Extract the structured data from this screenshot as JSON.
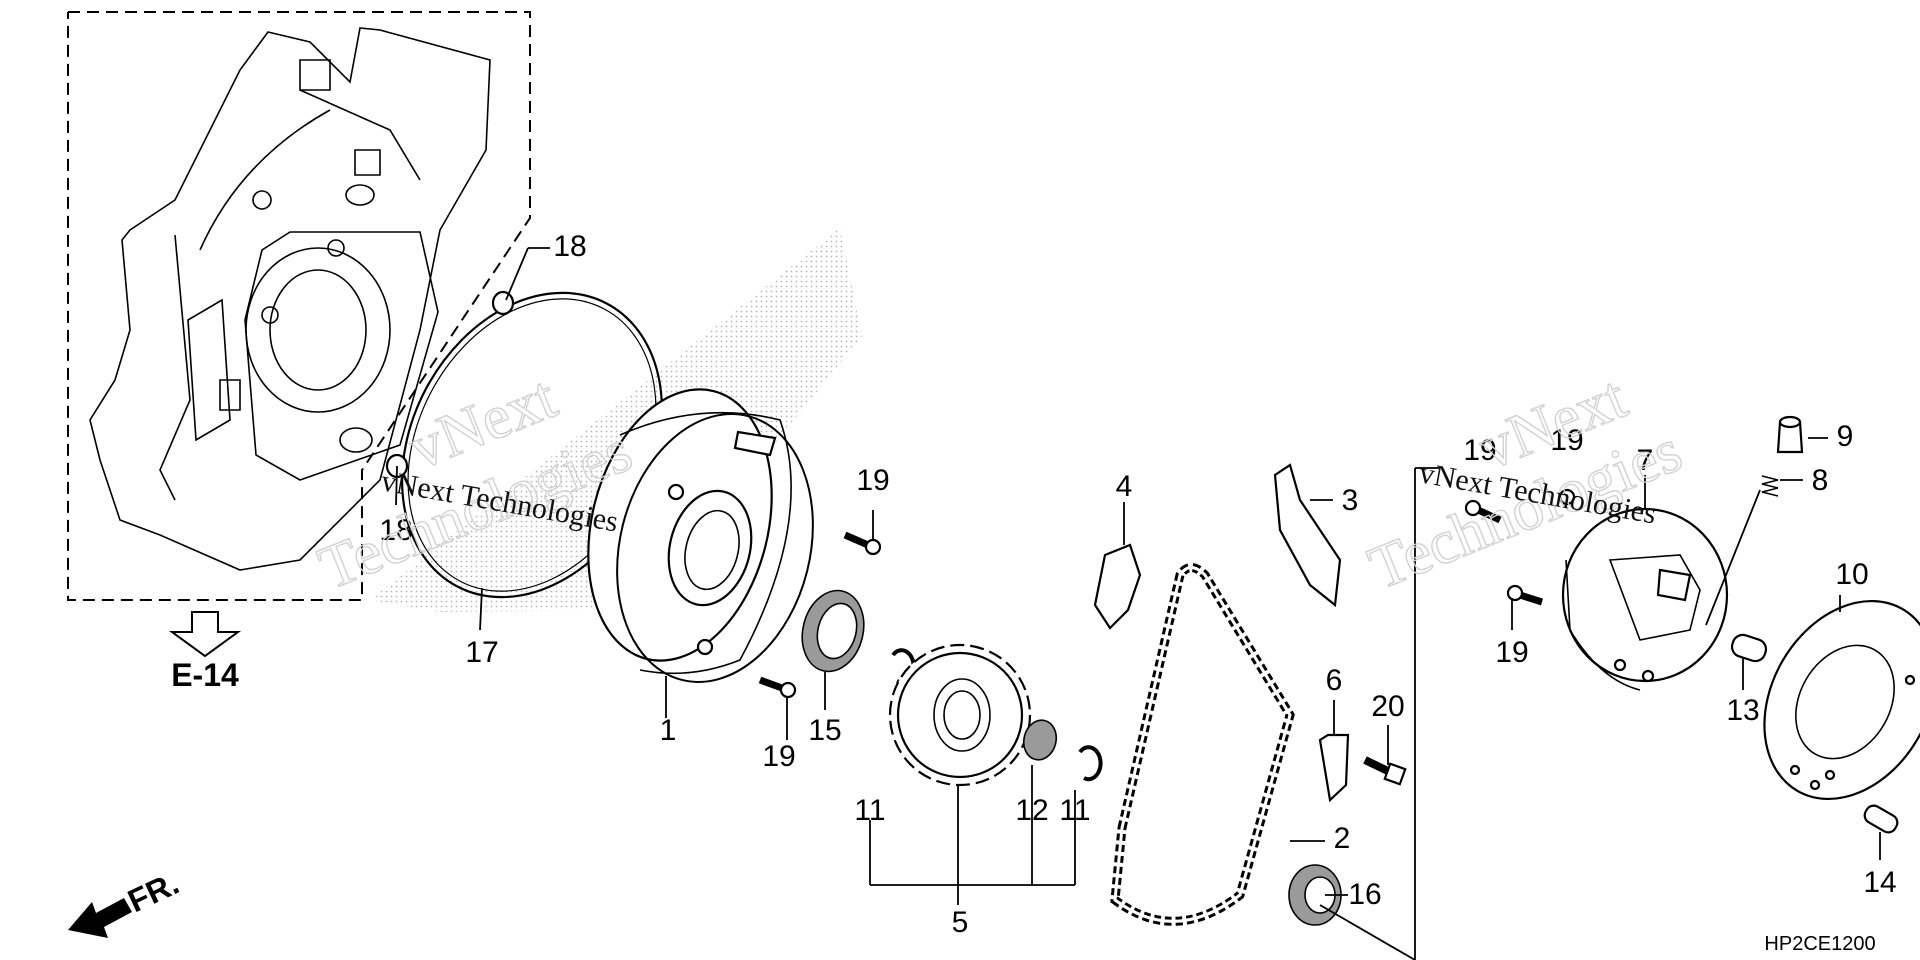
{
  "diagram": {
    "reference_label": "E-14",
    "direction_label": "FR.",
    "drawing_code": "HP2CE1200",
    "watermark_line1": "vNext",
    "watermark_line2": "Technologies",
    "watermark_inline": "vNext Technologies",
    "callouts": {
      "c1": "1",
      "c2": "2",
      "c3": "3",
      "c4": "4",
      "c5": "5",
      "c6": "6",
      "c7": "7",
      "c8": "8",
      "c9": "9",
      "c10": "10",
      "c11a": "11",
      "c11b": "11",
      "c12": "12",
      "c13": "13",
      "c14": "14",
      "c15": "15",
      "c16": "16",
      "c17": "17",
      "c18a": "18",
      "c18b": "18",
      "c19a": "19",
      "c19b": "19",
      "c19c": "19",
      "c19d": "19",
      "c19e": "19",
      "c20": "20"
    }
  }
}
